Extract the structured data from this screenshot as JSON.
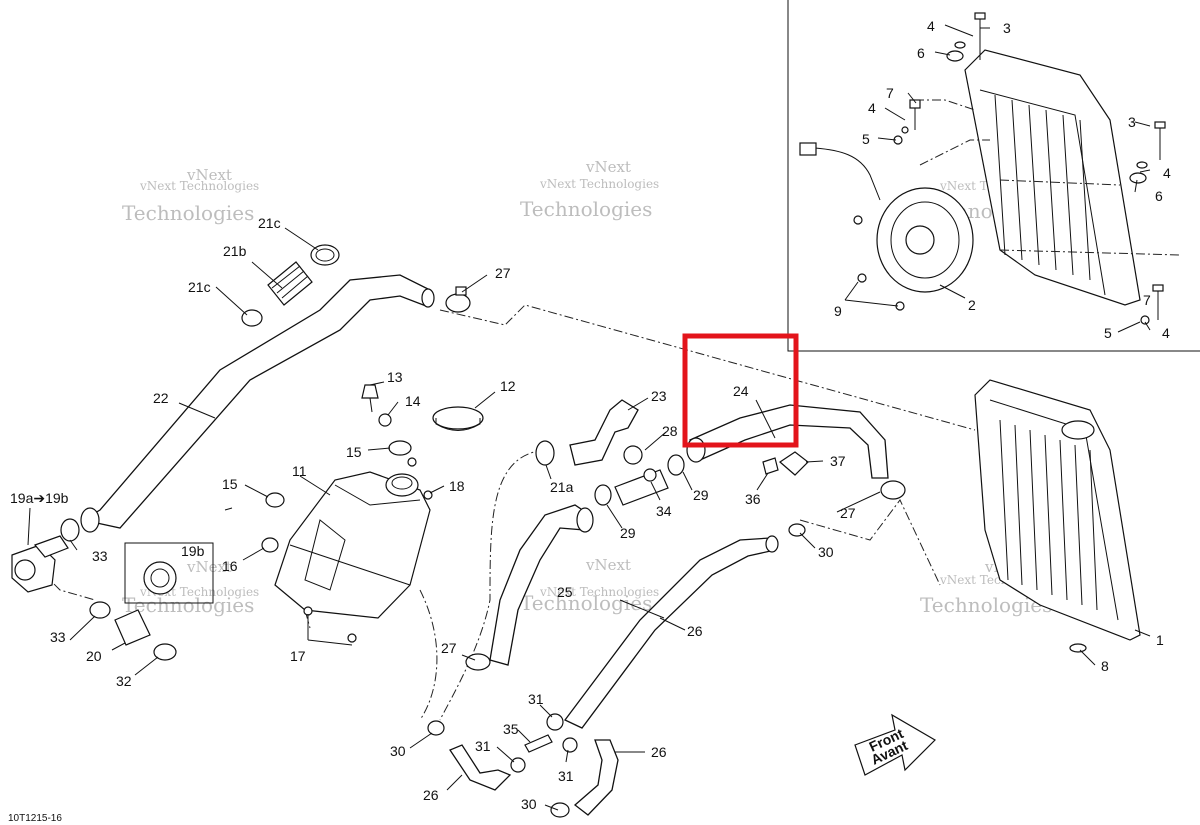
{
  "diagram_code": "10T1215-16",
  "watermark": [
    "vNext",
    "vNext Technologies",
    "Technologies"
  ],
  "front_arrow": {
    "line1": "Front",
    "line2": "Avant"
  },
  "highlight": {
    "label": "24",
    "color": "#e3141b"
  },
  "labels": [
    {
      "text": "1"
    },
    {
      "text": "2"
    },
    {
      "text": "3"
    },
    {
      "text": "3"
    },
    {
      "text": "4"
    },
    {
      "text": "4"
    },
    {
      "text": "4"
    },
    {
      "text": "4"
    },
    {
      "text": "5"
    },
    {
      "text": "5"
    },
    {
      "text": "6"
    },
    {
      "text": "6"
    },
    {
      "text": "7"
    },
    {
      "text": "7"
    },
    {
      "text": "8"
    },
    {
      "text": "9"
    },
    {
      "text": "11"
    },
    {
      "text": "12"
    },
    {
      "text": "13"
    },
    {
      "text": "14"
    },
    {
      "text": "15"
    },
    {
      "text": "15"
    },
    {
      "text": "16"
    },
    {
      "text": "17"
    },
    {
      "text": "18"
    },
    {
      "text": "19a➔19b"
    },
    {
      "text": "19b"
    },
    {
      "text": "20"
    },
    {
      "text": "21a"
    },
    {
      "text": "21b"
    },
    {
      "text": "21c"
    },
    {
      "text": "21c"
    },
    {
      "text": "22"
    },
    {
      "text": "23"
    },
    {
      "text": "25"
    },
    {
      "text": "26"
    },
    {
      "text": "26"
    },
    {
      "text": "26"
    },
    {
      "text": "27"
    },
    {
      "text": "27"
    },
    {
      "text": "27"
    },
    {
      "text": "28"
    },
    {
      "text": "29"
    },
    {
      "text": "29"
    },
    {
      "text": "30"
    },
    {
      "text": "30"
    },
    {
      "text": "30"
    },
    {
      "text": "31"
    },
    {
      "text": "31"
    },
    {
      "text": "31"
    },
    {
      "text": "32"
    },
    {
      "text": "33"
    },
    {
      "text": "33"
    },
    {
      "text": "34"
    },
    {
      "text": "35"
    },
    {
      "text": "36"
    },
    {
      "text": "37"
    }
  ]
}
